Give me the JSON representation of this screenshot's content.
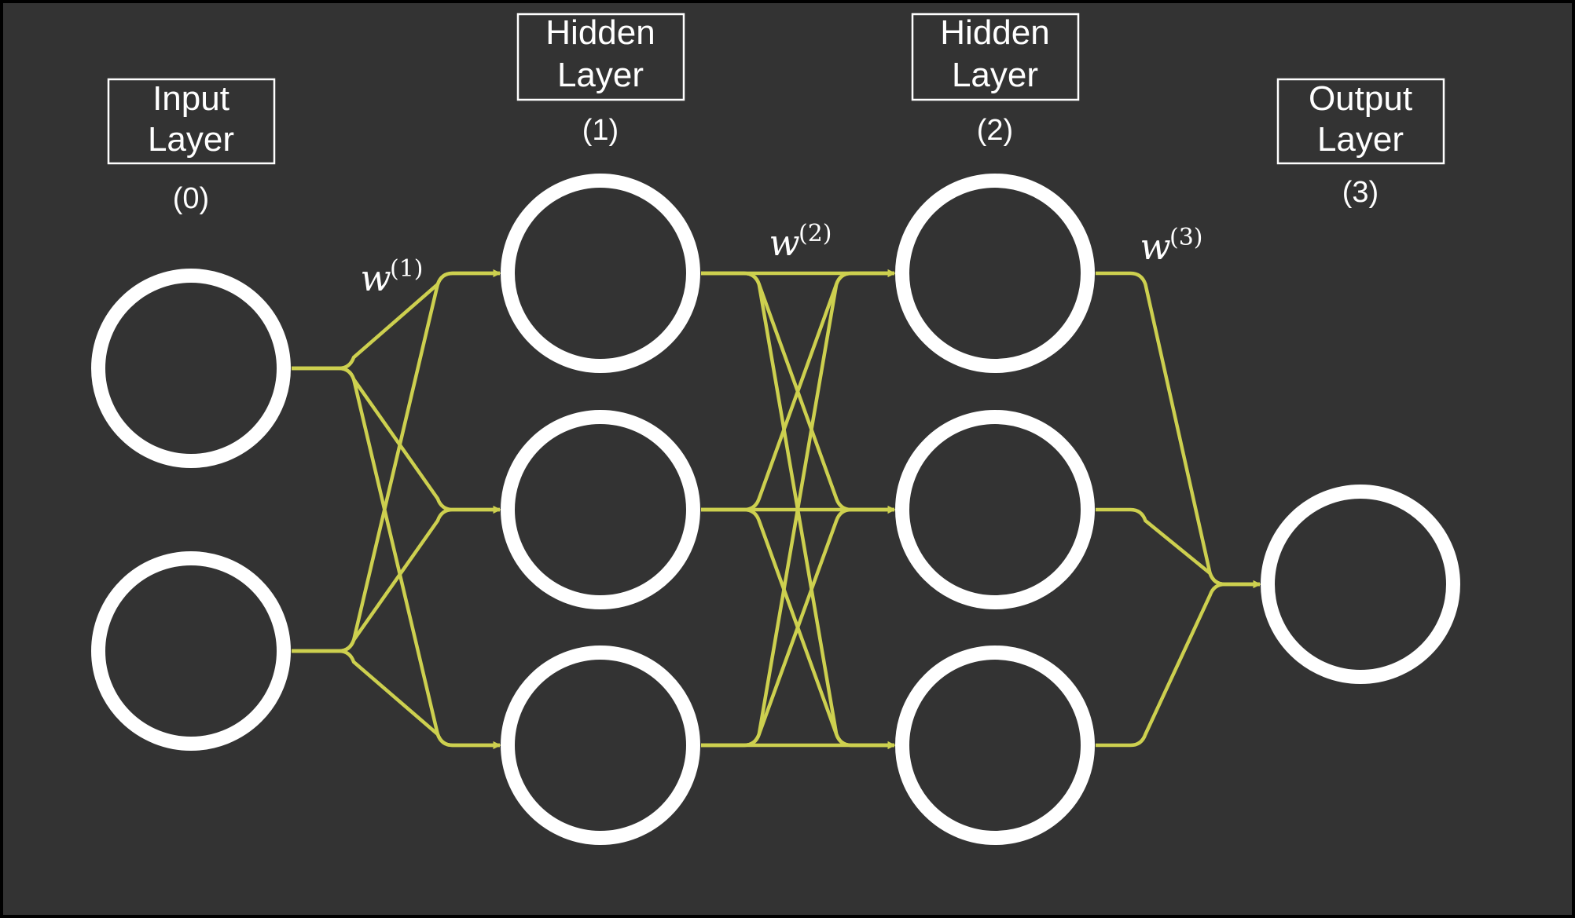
{
  "diagram": {
    "colors": {
      "background": "#333333",
      "border": "#000000",
      "neuron_stroke": "#ffffff",
      "edge": "#cdd04f",
      "text": "#ffffff"
    },
    "layers": [
      {
        "title_line1": "Input",
        "title_line2": "Layer",
        "index": "(0)",
        "neurons": 2
      },
      {
        "title_line1": "Hidden",
        "title_line2": "Layer",
        "index": "(1)",
        "neurons": 3
      },
      {
        "title_line1": "Hidden",
        "title_line2": "Layer",
        "index": "(2)",
        "neurons": 3
      },
      {
        "title_line1": "Output",
        "title_line2": "Layer",
        "index": "(3)",
        "neurons": 1
      }
    ],
    "weights": [
      {
        "symbol": "w",
        "superscript": "(1)"
      },
      {
        "symbol": "w",
        "superscript": "(2)"
      },
      {
        "symbol": "w",
        "superscript": "(3)"
      }
    ]
  }
}
